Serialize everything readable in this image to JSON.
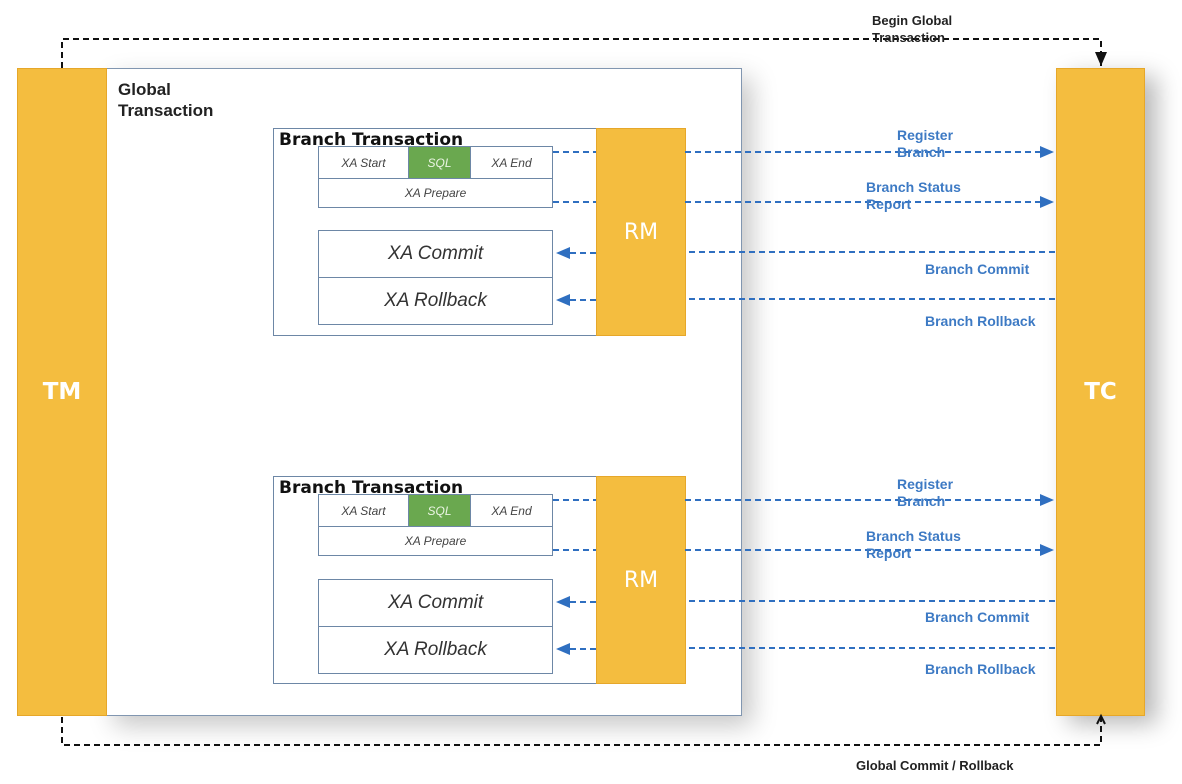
{
  "tm_label": "TM",
  "tc_label": "TC",
  "global_transaction_label": "Global\nTransaction",
  "begin_global_label": "Begin Global\nTransaction",
  "global_commit_label": "Global Commit / Rollback",
  "branches": [
    {
      "title": "Branch Transaction",
      "xa_start": "XA Start",
      "sql": "SQL",
      "xa_end": "XA End",
      "xa_prepare": "XA Prepare",
      "xa_commit": "XA Commit",
      "xa_rollback": "XA Rollback",
      "rm_label": "RM",
      "register_branch": "Register\nBranch",
      "branch_status_report": "Branch Status\nReport",
      "branch_commit": "Branch Commit",
      "branch_rollback": "Branch Rollback"
    },
    {
      "title": "Branch Transaction",
      "xa_start": "XA Start",
      "sql": "SQL",
      "xa_end": "XA End",
      "xa_prepare": "XA Prepare",
      "xa_commit": "XA Commit",
      "xa_rollback": "XA Rollback",
      "rm_label": "RM",
      "register_branch": "Register\nBranch",
      "branch_status_report": "Branch Status\nReport",
      "branch_commit": "Branch Commit",
      "branch_rollback": "Branch Rollback"
    }
  ],
  "colors": {
    "participant_fill": "#f4bd3f",
    "sql_fill": "#6aa84f",
    "arrow_blue": "#2f6fc0",
    "frame_border": "#6d87a6"
  }
}
